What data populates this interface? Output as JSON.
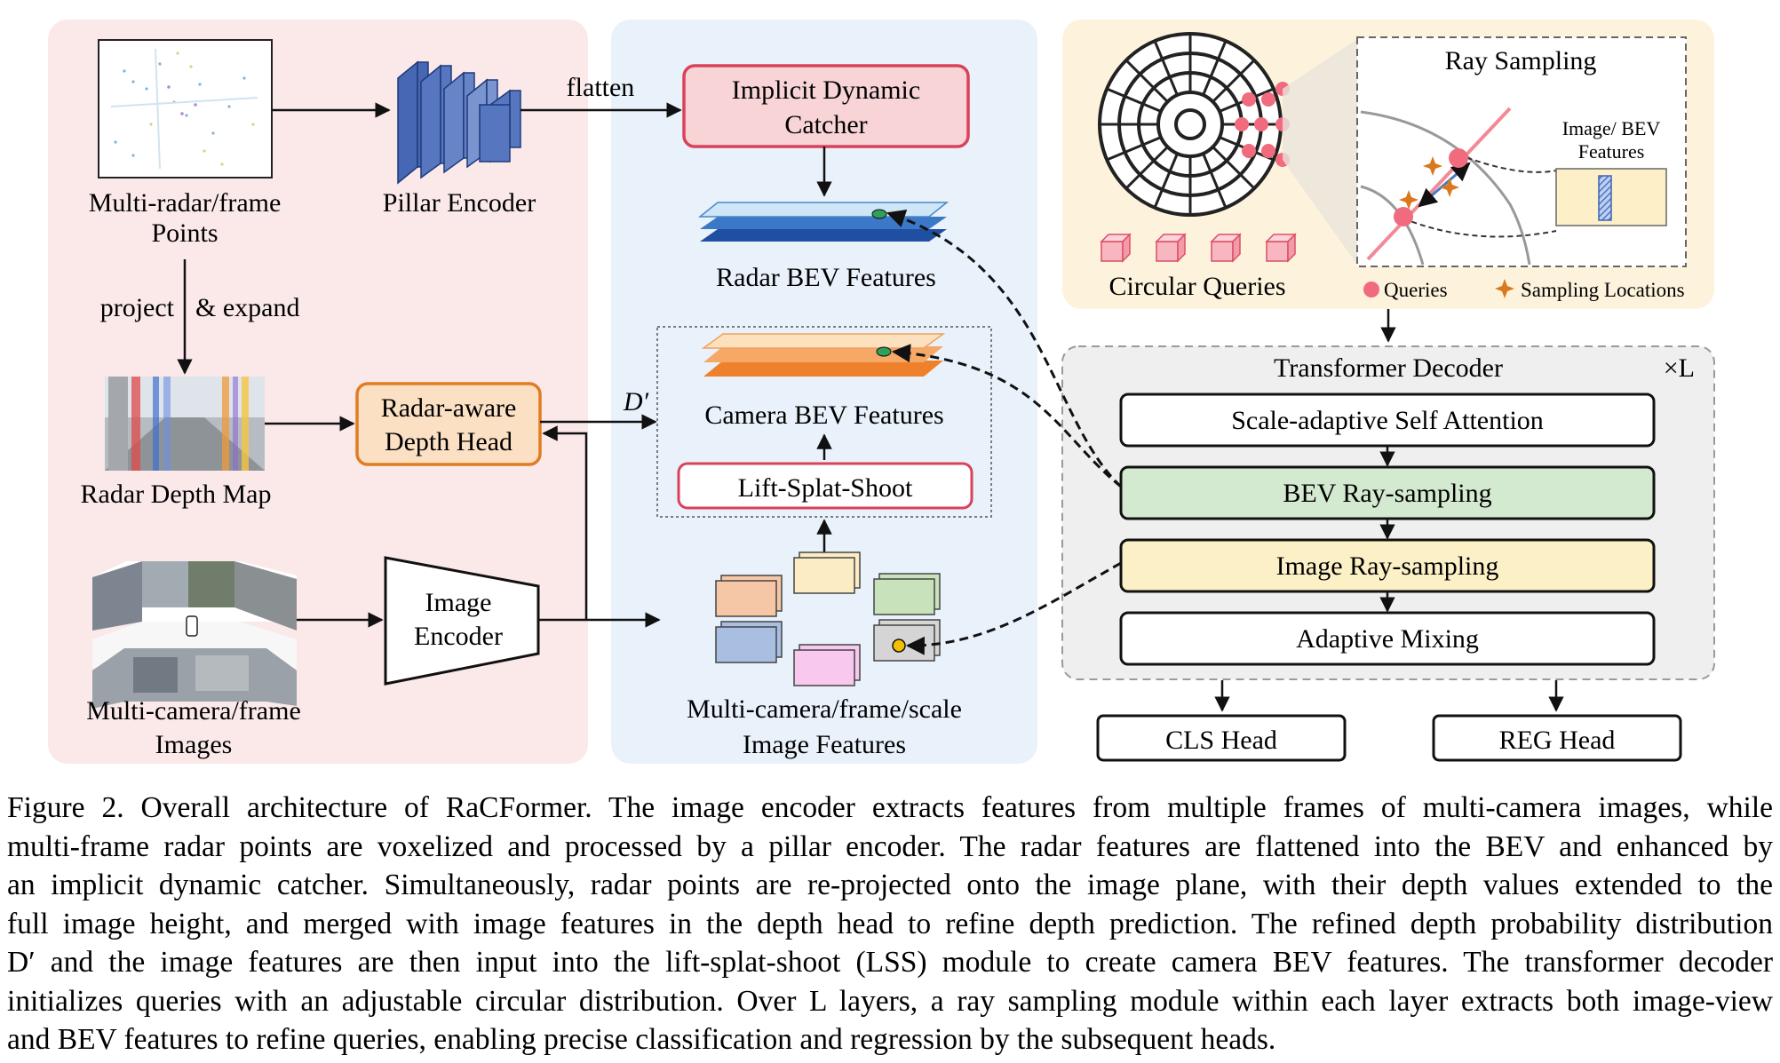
{
  "figure": {
    "radar_branch": {
      "radar_points_label_1": "Multi-radar/frame",
      "radar_points_label_2": "Points",
      "pillar_encoder_label": "Pillar Encoder",
      "project_label": "project",
      "expand_label": "& expand",
      "radar_depth_map_label": "Radar Depth Map",
      "depth_head_label_1": "Radar-aware",
      "depth_head_label_2": "Depth Head",
      "camera_images_label_1": "Multi-camera/frame",
      "camera_images_label_2": "Images",
      "image_encoder_label_1": "Image",
      "image_encoder_label_2": "Encoder"
    },
    "middle": {
      "flatten_label": "flatten",
      "idc_label_1": "Implicit Dynamic",
      "idc_label_2": "Catcher",
      "radar_bev_label": "Radar BEV Features",
      "d_prime_label": "D′",
      "camera_bev_label": "Camera BEV Features",
      "lss_label": "Lift-Splat-Shoot",
      "image_features_label_1": "Multi-camera/frame/scale",
      "image_features_label_2": "Image Features"
    },
    "queries": {
      "circular_queries_label": "Circular Queries",
      "ray_sampling_title": "Ray Sampling",
      "image_bev_label_1": "Image/ BEV",
      "image_bev_label_2": "Features",
      "legend_queries": "Queries",
      "legend_sampling": "Sampling Locations"
    },
    "decoder": {
      "title": "Transformer Decoder",
      "repeat_label": "×L",
      "layers": [
        "Scale-adaptive Self Attention",
        "BEV Ray-sampling",
        "Image Ray-sampling",
        "Adaptive Mixing"
      ],
      "cls_head": "CLS Head",
      "reg_head": "REG Head"
    }
  },
  "caption": {
    "lines": [
      "Figure 2.  Overall architecture of RaCFormer.  The image encoder extracts features from multiple frames of multi-camera images, while",
      "multi-frame radar points are voxelized and processed by a pillar encoder. The radar features are flattened into the BEV and enhanced by",
      "an implicit dynamic catcher.  Simultaneously, radar points are re-projected onto the image plane, with their depth values extended to the",
      "full image height, and merged with image features in the depth head to refine depth prediction. The refined depth probability distribution",
      "D′ and the image features are then input into the lift-splat-shoot (LSS) module to create camera BEV features. The transformer decoder",
      "initializes queries with an adjustable circular distribution. Over L layers, a ray sampling module within each layer extracts both image-view",
      "and BEV features to refine queries, enabling precise classification and regression by the subsequent heads."
    ]
  },
  "colors": {
    "radar_panel": "#fbe9ea",
    "middle_panel": "#e9f2fb",
    "query_panel": "#fdf3dc",
    "decoder_panel": "#efefef",
    "idc_fill": "#f8d4d6",
    "idc_border": "#d9425a",
    "depth_head_fill": "#fbe0c4",
    "depth_head_border": "#e07d22",
    "bev_ray_fill": "#d4ead0",
    "img_ray_fill": "#fcf1c6",
    "pillar_blue": "#4667b4",
    "query_pink": "#f06b7d"
  }
}
